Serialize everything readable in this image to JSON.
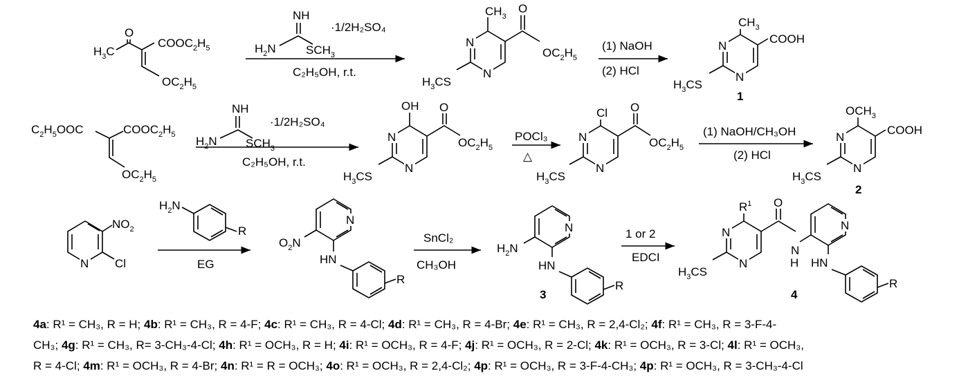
{
  "row1": {
    "reagent_top": "·1/2H₂SO₄",
    "reagent_bottom": "C₂H₅OH, r.t.",
    "step2_top": "(1) NaOH",
    "step2_bottom": "(2) HCl",
    "compound_1": "1"
  },
  "row2": {
    "reagent_top": "·1/2H₂SO₄",
    "reagent_bottom": "C₂H₅OH, r.t.",
    "step2_top": "POCl₃",
    "step2_bottom": "△",
    "step3_top": "(1) NaOH/CH₃OH",
    "step3_bottom": "(2) HCl",
    "compound_2": "2"
  },
  "row3": {
    "step1_bottom": "EG",
    "step2_top": "SnCl₂",
    "step2_bottom": "CH₃OH",
    "step3_top": "1  or  2",
    "step3_bottom": "EDCI",
    "compound_3": "3",
    "compound_4": "4"
  },
  "legend": {
    "line1": [
      {
        "id": "4a",
        "text": ": R¹ = CH₃, R = H; "
      },
      {
        "id": "4b",
        "text": ": R¹ = CH₃, R = 4-F; "
      },
      {
        "id": "4c",
        "text": ": R¹ = CH₃, R = 4-Cl; "
      },
      {
        "id": "4d",
        "text": ": R¹ = CH₃, R = 4-Br; "
      },
      {
        "id": "4e",
        "text": ": R¹ = CH₃, R = 2,4-Cl₂; "
      },
      {
        "id": "4f",
        "text": ": R¹ = CH₃, R = 3-F-4-"
      }
    ],
    "line2_start": "CH₃; ",
    "line2": [
      {
        "id": "4g",
        "text": ": R¹ = CH₃, R= 3-CH₃-4-Cl;  "
      },
      {
        "id": "4h",
        "text": ": R¹ = OCH₃, R = H;  "
      },
      {
        "id": "4i",
        "text": ": R¹ = OCH₃, R = 4-F; "
      },
      {
        "id": "4j",
        "text": ": R¹ = OCH₃, R = 2-Cl; "
      },
      {
        "id": "4k",
        "text": ": R¹ = OCH₃, R = 3-Cl; "
      },
      {
        "id": "4l",
        "text": ": R¹ = OCH₃,"
      }
    ],
    "line3_start": "R = 4-Cl; ",
    "line3": [
      {
        "id": "4m",
        "text": ": R¹ = OCH₃, R = 4-Br; "
      },
      {
        "id": "4n",
        "text": ": R¹ = R = OCH₃; "
      },
      {
        "id": "4o",
        "text": ": R¹ = OCH₃, R = 2,4-Cl₂; "
      },
      {
        "id": "4p",
        "text": ": R¹ = OCH₃, R = 3-F-4-CH₃; "
      },
      {
        "id": "4p",
        "text": ": R¹ = OCH₃, R = 3-CH₃-4-Cl"
      }
    ]
  }
}
